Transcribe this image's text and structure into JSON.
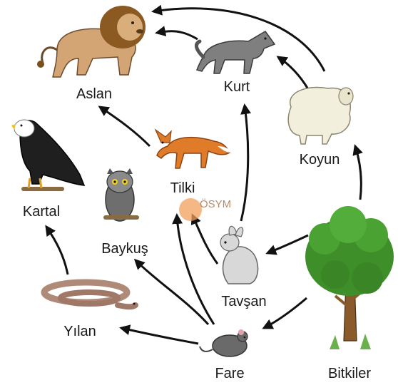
{
  "labels": {
    "aslan": "Aslan",
    "kurt": "Kurt",
    "koyun": "Koyun",
    "tilki": "Tilki",
    "kartal": "Kartal",
    "baykus": "Baykuş",
    "tavsan": "Tavşan",
    "yilan": "Yılan",
    "fare": "Fare",
    "bitkiler": "Bitkiler"
  },
  "watermark": "ÖSYM",
  "arrow_color": "#111111",
  "food_web": [
    {
      "from": "bitkiler",
      "to": "koyun"
    },
    {
      "from": "bitkiler",
      "to": "tavsan"
    },
    {
      "from": "bitkiler",
      "to": "fare"
    },
    {
      "from": "koyun",
      "to": "kurt"
    },
    {
      "from": "koyun",
      "to": "aslan"
    },
    {
      "from": "kurt",
      "to": "aslan"
    },
    {
      "from": "tilki",
      "to": "aslan"
    },
    {
      "from": "tavsan",
      "to": "tilki"
    },
    {
      "from": "tavsan",
      "to": "kurt"
    },
    {
      "from": "fare",
      "to": "tilki"
    },
    {
      "from": "fare",
      "to": "baykus"
    },
    {
      "from": "fare",
      "to": "yilan"
    },
    {
      "from": "yilan",
      "to": "kartal"
    }
  ]
}
